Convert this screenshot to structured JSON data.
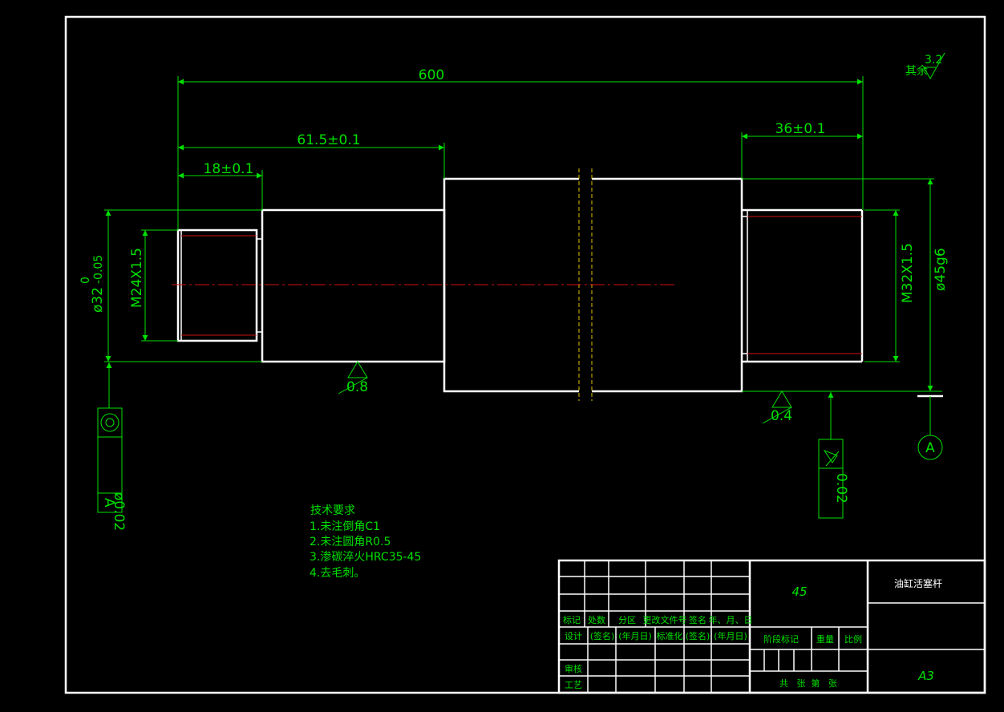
{
  "drawing": {
    "title": "油缸活塞杆",
    "material": "45",
    "sheet_size": "A3"
  },
  "dimensions": {
    "overall_length": "600",
    "length_61_5": "61.5±0.1",
    "length_18": "18±0.1",
    "length_36": "36±0.1",
    "dia_32_label": "ø32",
    "dia_32_tol_upper": "0",
    "dia_32_tol_lower": "-0.05",
    "thread_left": "M24X1.5",
    "thread_right": "M32X1.5",
    "dia_45": "ø45g6"
  },
  "surface_finish": {
    "general_label": "其余",
    "general_value": "3.2",
    "finish_1": "0.8",
    "finish_2": "0.4"
  },
  "tolerance_frames": {
    "left_value": "ø0.02",
    "left_datum": "A",
    "right_value": "0.02",
    "datum_marker": "A"
  },
  "technical_requirements": {
    "heading": "技术要求",
    "items": [
      "1.未注倒角C1",
      "2.未注圆角R0.5",
      "3.渗碳淬火HRC35-45",
      "4.去毛刺。"
    ]
  },
  "title_block": {
    "row_mark": [
      "标记",
      "处数",
      "分区",
      "更改文件号",
      "签名",
      "年、月、日"
    ],
    "row_design": [
      "设计",
      "(签名)",
      "(年月日)",
      "标准化",
      "(签名)",
      "(年月日)"
    ],
    "review": "审核",
    "process": "工艺",
    "stage_mark": "阶段标记",
    "weight": "重量",
    "scale": "比例",
    "sheets": "共   张  第   张"
  }
}
